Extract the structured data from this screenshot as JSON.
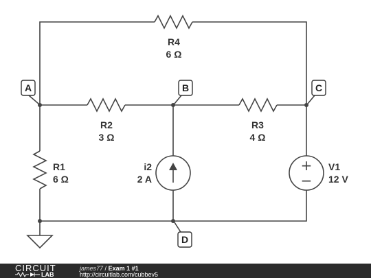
{
  "components": {
    "r4": {
      "name": "R4",
      "value": "6 Ω"
    },
    "r2": {
      "name": "R2",
      "value": "3 Ω"
    },
    "r3": {
      "name": "R3",
      "value": "4 Ω"
    },
    "r1": {
      "name": "R1",
      "value": "6 Ω"
    },
    "i2": {
      "name": "i2",
      "value": "2 A"
    },
    "v1": {
      "name": "V1",
      "value": "12 V"
    }
  },
  "nodes": {
    "a": "A",
    "b": "B",
    "c": "C",
    "d": "D"
  },
  "source_signs": {
    "plus": "+",
    "minus": "−"
  },
  "footer": {
    "logo_top": "CIRCUIT",
    "logo_bottom": "LAB",
    "user": "james77",
    "separator": "/",
    "title": "Exam 1 #1",
    "url": "http://circuitlab.com/cubbev5"
  },
  "colors": {
    "wire": "#444444",
    "footer_bg": "#2b2b2b"
  }
}
